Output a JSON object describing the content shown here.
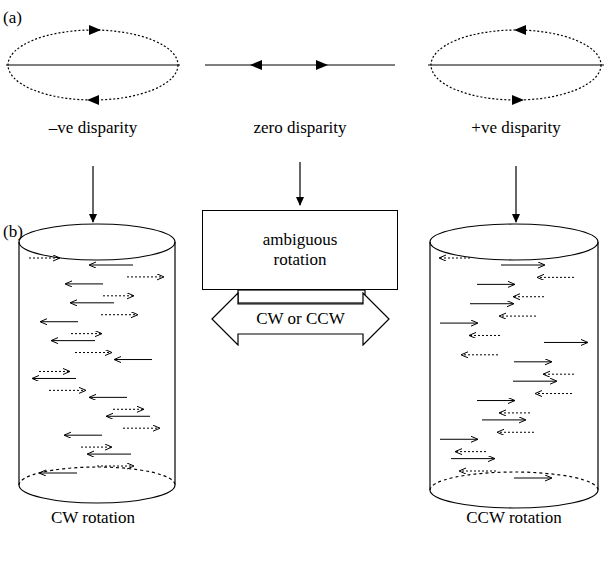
{
  "diagram": {
    "nodes": [
      {
        "text": [
          "ambiguous rotation"
        ]
      },
      {
        "text": [
          "CW or CCW"
        ]
      }
    ],
    "labels": [
      "(a)",
      "(b)",
      "–ve disparity",
      "zero disparity",
      "+ve disparity",
      "CW rotation",
      "CCW rotation"
    ]
  }
}
